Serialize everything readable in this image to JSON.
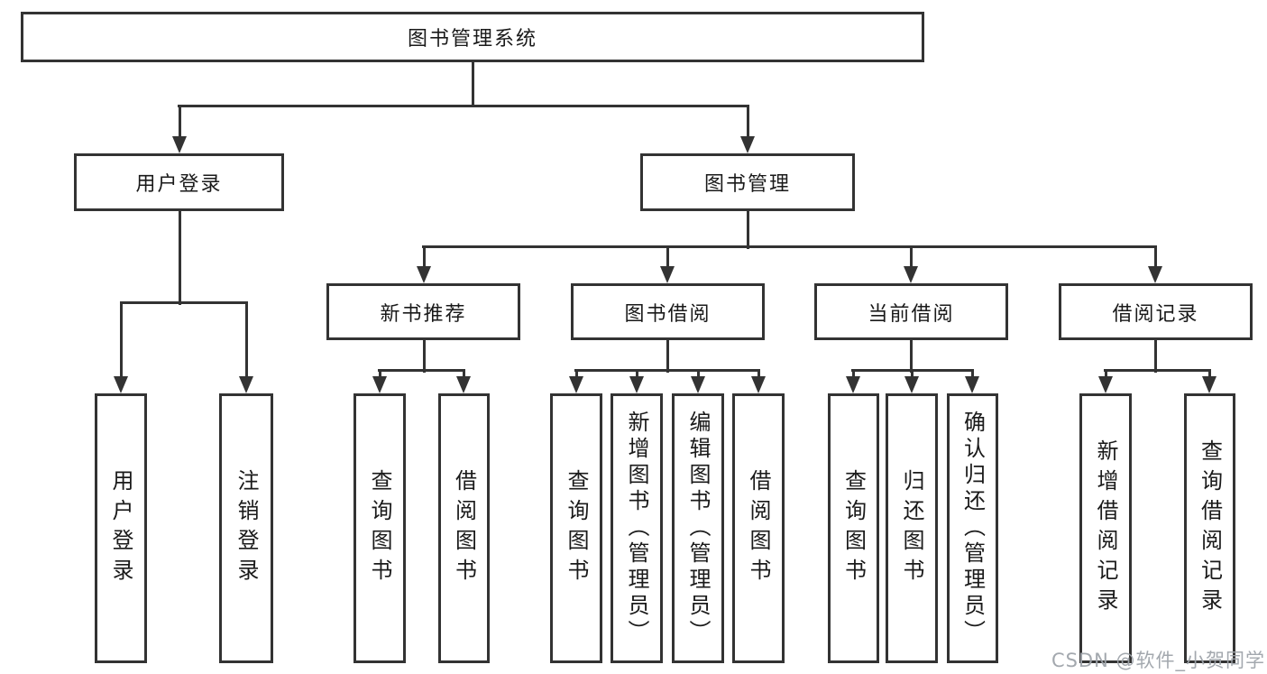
{
  "tree": {
    "root": {
      "label": "图书管理系统",
      "children": [
        {
          "label": "用户登录",
          "children": [
            {
              "label": "用户登录"
            },
            {
              "label": "注销登录"
            }
          ]
        },
        {
          "label": "图书管理",
          "children": [
            {
              "label": "新书推荐",
              "children": [
                {
                  "label": "查询图书"
                },
                {
                  "label": "借阅图书"
                }
              ]
            },
            {
              "label": "图书借阅",
              "children": [
                {
                  "label": "查询图书"
                },
                {
                  "label": "新增图书（管理员）"
                },
                {
                  "label": "编辑图书（管理员）"
                },
                {
                  "label": "借阅图书"
                }
              ]
            },
            {
              "label": "当前借阅",
              "children": [
                {
                  "label": "查询图书"
                },
                {
                  "label": "归还图书"
                },
                {
                  "label": "确认归还（管理员）"
                }
              ]
            },
            {
              "label": "借阅记录",
              "children": [
                {
                  "label": "新增借阅记录"
                },
                {
                  "label": "查询借阅记录"
                }
              ]
            }
          ]
        }
      ]
    }
  },
  "watermark": {
    "text": "CSDN @软件_小贺同学"
  },
  "colors": {
    "line": "#333333",
    "text": "#1a1a1a",
    "watermark": "#9ea3aa",
    "background": "#ffffff"
  }
}
